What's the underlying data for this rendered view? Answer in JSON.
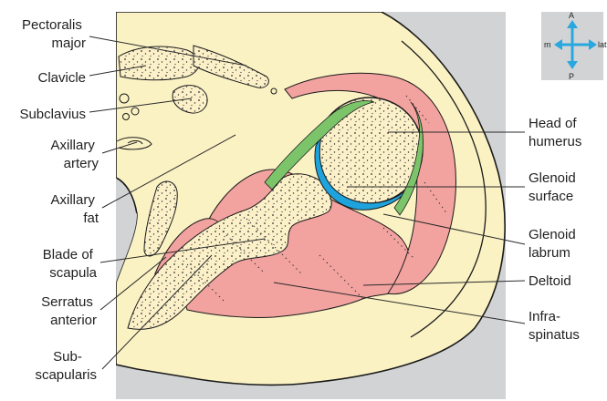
{
  "colors": {
    "background_panel": "#d2d3d4",
    "tissue_cream": "#fbf2c4",
    "muscle_pink": "#f2a3a0",
    "ligament_green": "#7cc46a",
    "cartilage_blue": "#1fa3dc",
    "bone_stipple": "#fbf0c8",
    "outline": "#1a1a1a",
    "orientation_arrow": "#29a8e0"
  },
  "orientation": {
    "anterior": "A",
    "posterior": "P",
    "medial": "m",
    "lateral": "lat"
  },
  "left_labels": [
    {
      "id": "pectoralis-major",
      "lines": [
        "Pectoralis",
        "major"
      ]
    },
    {
      "id": "clavicle",
      "lines": [
        "Clavicle"
      ]
    },
    {
      "id": "subclavius",
      "lines": [
        "Subclavius"
      ]
    },
    {
      "id": "axillary-artery",
      "lines": [
        "Axillary",
        "artery"
      ]
    },
    {
      "id": "axillary-fat",
      "lines": [
        "Axillary",
        "fat"
      ]
    },
    {
      "id": "blade-of-scapula",
      "lines": [
        "Blade of",
        "scapula"
      ]
    },
    {
      "id": "serratus-anterior",
      "lines": [
        "Serratus",
        "anterior"
      ]
    },
    {
      "id": "subscapularis",
      "lines": [
        "Sub-",
        "scapularis"
      ]
    }
  ],
  "right_labels": [
    {
      "id": "head-of-humerus",
      "lines": [
        "Head of",
        "humerus"
      ]
    },
    {
      "id": "glenoid-surface",
      "lines": [
        "Glenoid",
        "surface"
      ]
    },
    {
      "id": "glenoid-labrum",
      "lines": [
        "Glenoid",
        "labrum"
      ]
    },
    {
      "id": "deltoid",
      "lines": [
        "Deltoid"
      ]
    },
    {
      "id": "infraspinatus",
      "lines": [
        "Infra-",
        "spinatus"
      ]
    }
  ]
}
